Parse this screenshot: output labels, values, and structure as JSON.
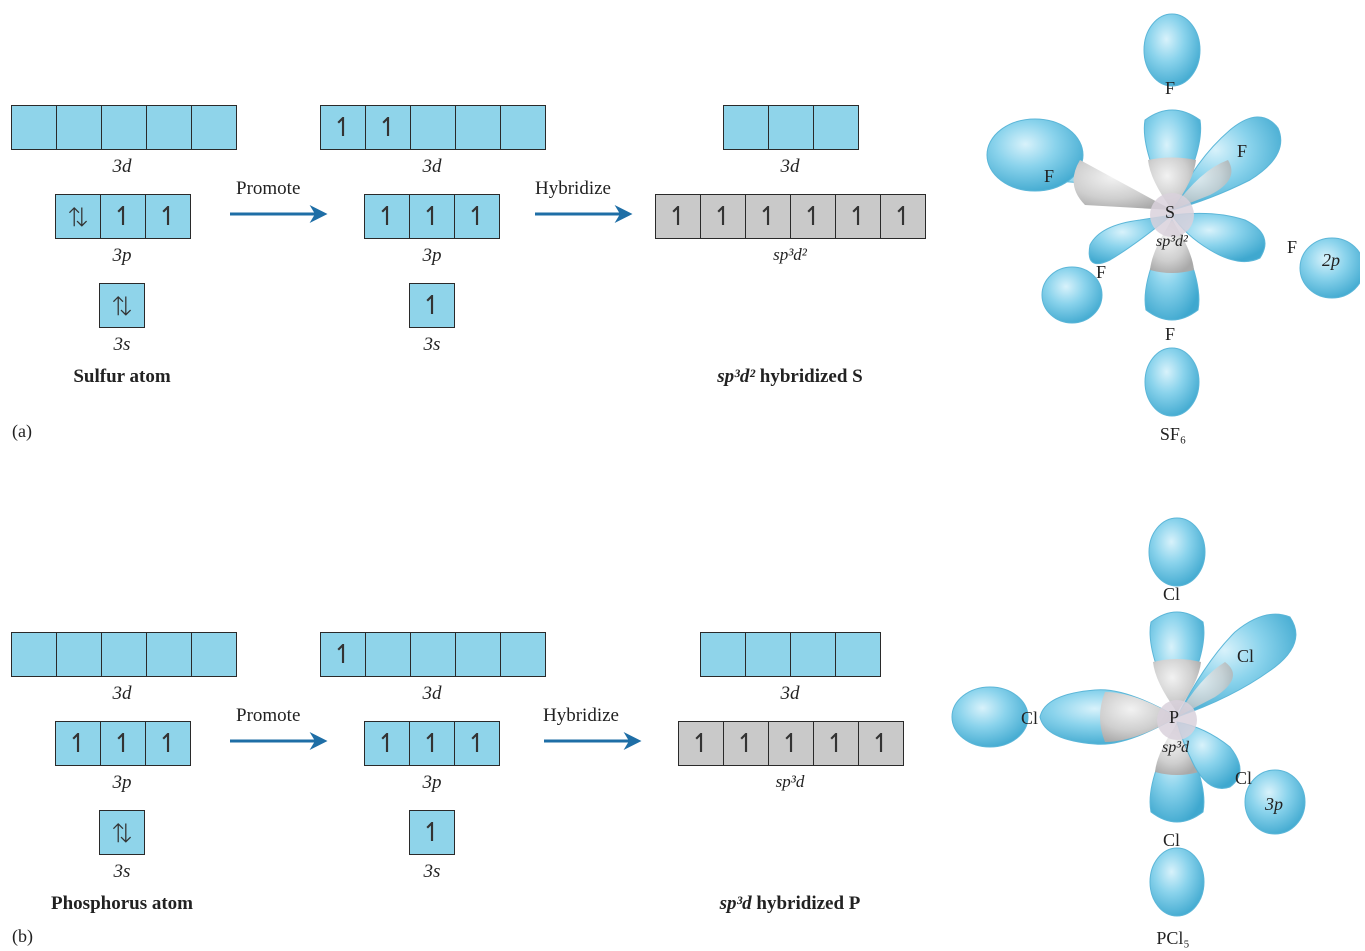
{
  "colors": {
    "orbital_blue": "#8fd4ea",
    "hybrid_gray": "#c9c9c9",
    "arrow": "#1e6ea6",
    "lobe": "#7fcbe6"
  },
  "panel_a": {
    "tag": "(a)",
    "ground": {
      "d_label": "3d",
      "p_label": "3p",
      "s_label": "3s",
      "d_boxes": [
        "",
        "",
        "",
        "",
        ""
      ],
      "p_boxes": [
        "⇅",
        "↿",
        "↿"
      ],
      "s_boxes": [
        "⇅"
      ],
      "caption": "Sulfur atom"
    },
    "promote_label": "Promote",
    "promoted": {
      "d_label": "3d",
      "p_label": "3p",
      "s_label": "3s",
      "d_boxes": [
        "↿",
        "↿",
        "",
        "",
        ""
      ],
      "p_boxes": [
        "↿",
        "↿",
        "↿"
      ],
      "s_boxes": [
        "↿"
      ]
    },
    "hybridize_label": "Hybridize",
    "hybrid": {
      "d_label": "3d",
      "d_boxes": [
        "",
        "",
        ""
      ],
      "h_boxes": [
        "↿",
        "↿",
        "↿",
        "↿",
        "↿",
        "↿"
      ],
      "h_label": "sp³d²",
      "caption_italic": "sp³d²",
      "caption_rest": " hybridized S"
    },
    "molecule": {
      "center": "S",
      "center_hybrid": "sp³d²",
      "ligand": "F",
      "orbital": "2p",
      "name": "SF₆"
    }
  },
  "panel_b": {
    "tag": "(b)",
    "ground": {
      "d_label": "3d",
      "p_label": "3p",
      "s_label": "3s",
      "d_boxes": [
        "",
        "",
        "",
        "",
        ""
      ],
      "p_boxes": [
        "↿",
        "↿",
        "↿"
      ],
      "s_boxes": [
        "⇅"
      ],
      "caption": "Phosphorus atom"
    },
    "promote_label": "Promote",
    "promoted": {
      "d_label": "3d",
      "p_label": "3p",
      "s_label": "3s",
      "d_boxes": [
        "↿",
        "",
        "",
        "",
        ""
      ],
      "p_boxes": [
        "↿",
        "↿",
        "↿"
      ],
      "s_boxes": [
        "↿"
      ]
    },
    "hybridize_label": "Hybridize",
    "hybrid": {
      "d_label": "3d",
      "d_boxes": [
        "",
        "",
        "",
        ""
      ],
      "h_boxes": [
        "↿",
        "↿",
        "↿",
        "↿",
        "↿"
      ],
      "h_label": "sp³d",
      "caption_italic": "sp³d",
      "caption_rest": " hybridized P"
    },
    "molecule": {
      "center": "P",
      "center_hybrid": "sp³d",
      "ligand": "Cl",
      "orbital": "3p",
      "name": "PCl₅"
    }
  }
}
